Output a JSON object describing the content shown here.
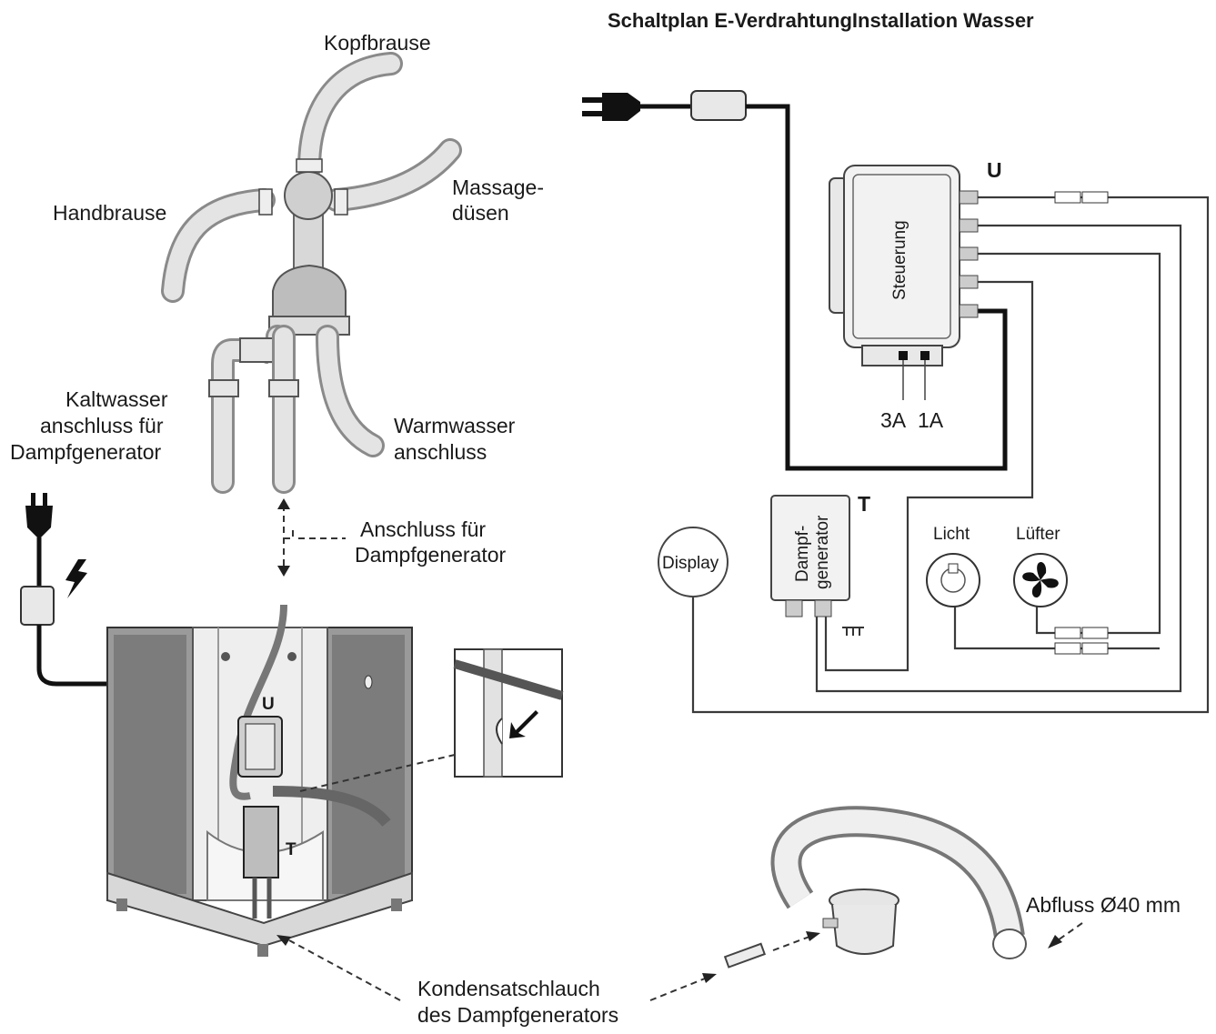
{
  "diagram": {
    "title": "Schaltplan E-VerdrahtungInstallation Wasser",
    "labels": {
      "kopfbrause": "Kopfbrause",
      "handbrause": "Handbrause",
      "massage_1": "Massage-",
      "massage_2": "düsen",
      "kaltwasser_1": "Kaltwasser",
      "kaltwasser_2": "anschluss für",
      "kaltwasser_3": "Dampfgenerator",
      "warmwasser_1": "Warmwasser",
      "warmwasser_2": "anschluss",
      "anschluss_1": "Anschluss für",
      "anschluss_2": "Dampfgenerator",
      "kondensat_1": "Kondensatschlauch",
      "kondensat_2": "des Dampfgenerators",
      "abfluss": "Abfluss Ø40 mm"
    },
    "wiring": {
      "control_box": "Steuerung",
      "control_marker": "U",
      "fuse_3a": "3A",
      "fuse_1a": "1A",
      "generator_1": "Dampf-",
      "generator_2": "generator",
      "generator_marker": "T",
      "display": "Display",
      "licht": "Licht",
      "luefter": "Lüfter"
    },
    "cabin": {
      "control_marker": "U",
      "generator_marker": "T"
    }
  }
}
